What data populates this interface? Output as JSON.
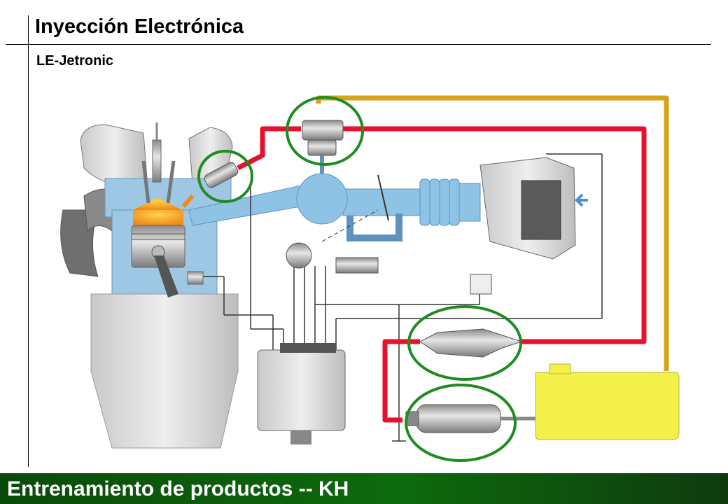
{
  "header": {
    "title": "Inyección Electrónica",
    "subtitle": "LE-Jetronic"
  },
  "diagram": {
    "fuel_pressure_line_color": "#e8102a",
    "fuel_return_line_color": "#d9a21b",
    "air_intake_color": "#8fc3e6",
    "highlight_circle_color": "#1e8c1e",
    "tank_color": "#f3f04a",
    "highlighted_components": [
      "fuel-pressure-regulator",
      "fuel-injector",
      "fuel-filter",
      "fuel-pump"
    ]
  },
  "footer": {
    "text": "Entrenamiento de productos -- KH"
  }
}
